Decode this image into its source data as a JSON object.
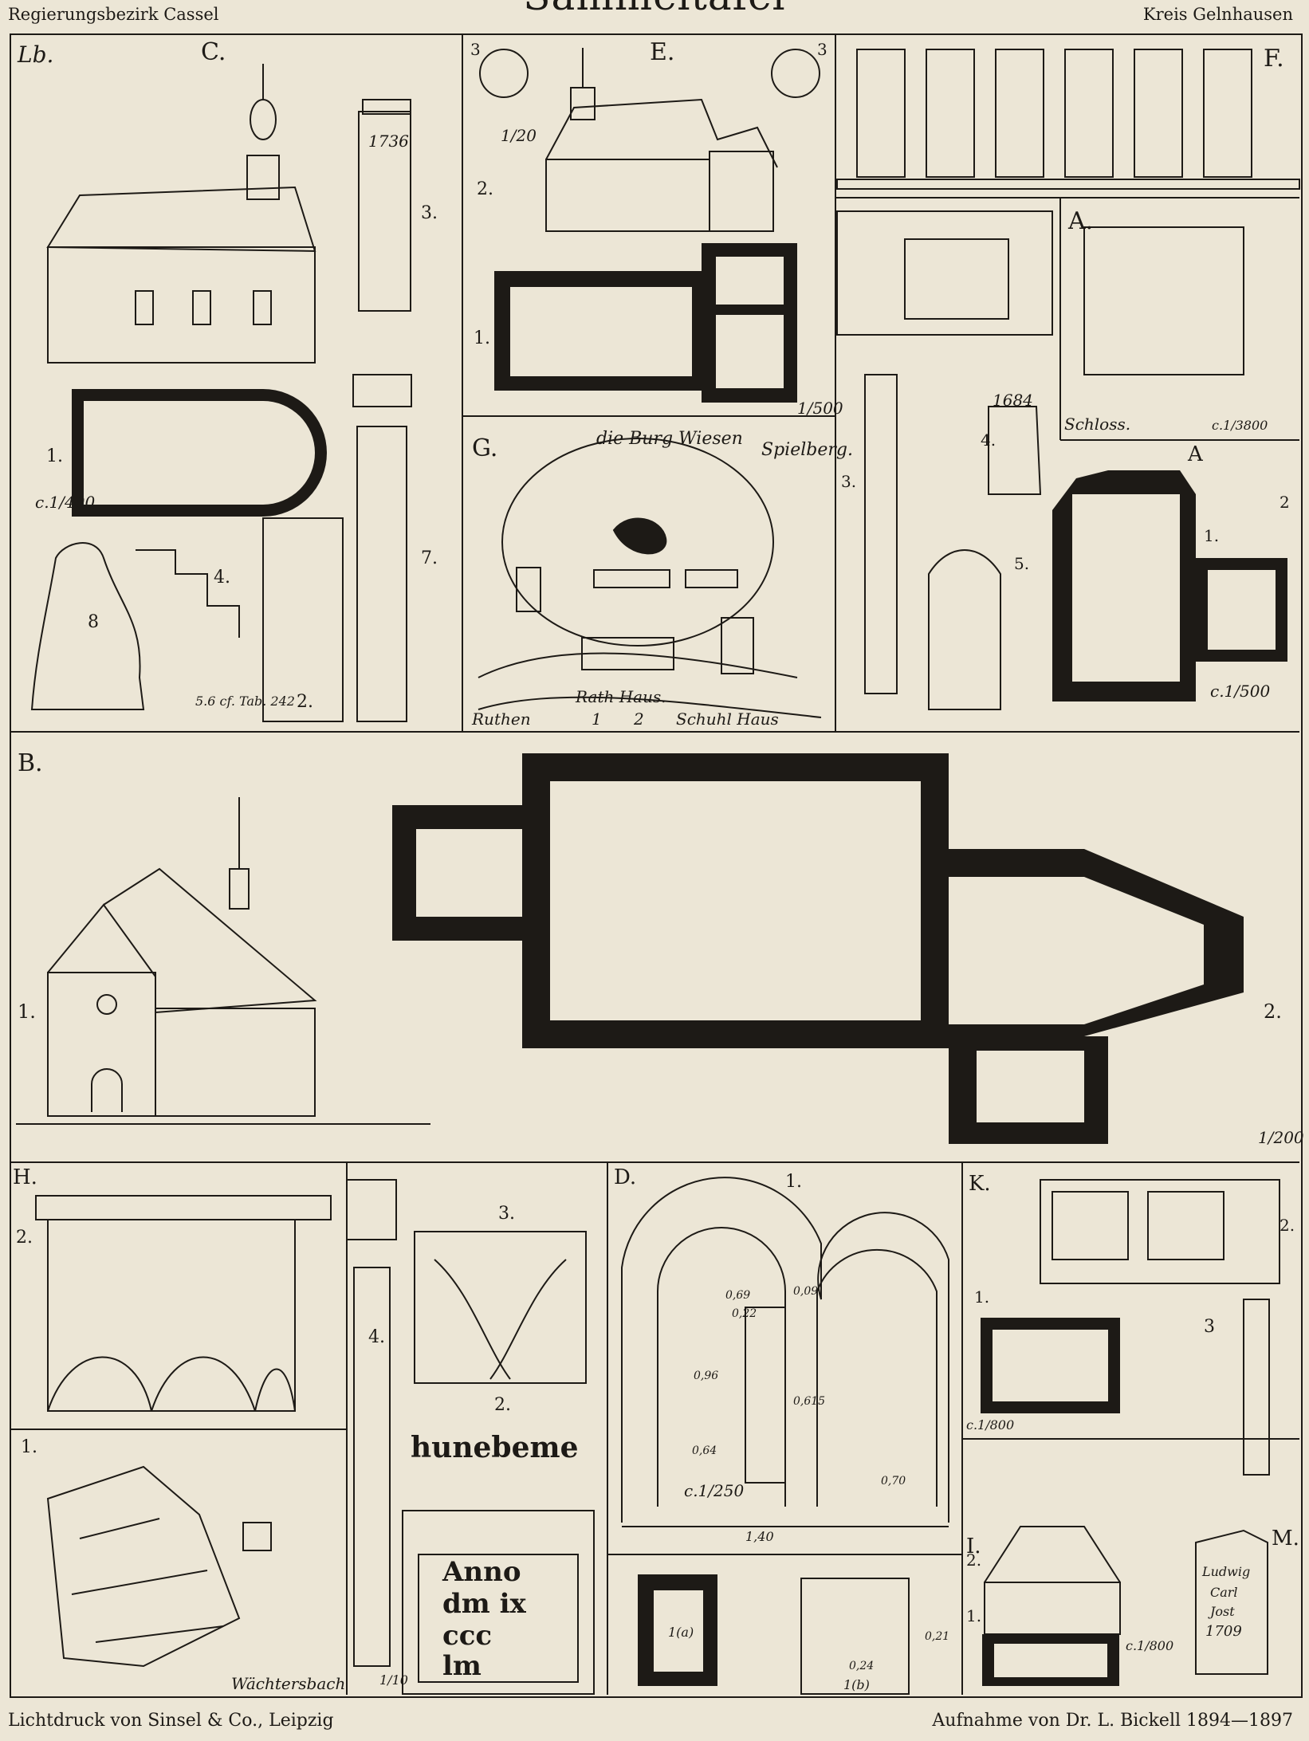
{
  "header": {
    "left": "Regierungsbezirk Cassel",
    "title": "Sammeltafel",
    "right": "Kreis Gelnhausen"
  },
  "panels": {
    "C": {
      "letter": "C.",
      "mark": "Lb.",
      "nums": [
        "1.",
        "2.",
        "3.",
        "4.",
        "7.",
        "8"
      ],
      "scale": "c.1/400",
      "date": "1736",
      "ref": "5.6 cf. Tab. 242"
    },
    "E": {
      "letter": "E.",
      "nums": [
        "1.",
        "2.",
        "3",
        "3"
      ],
      "scale_small": "1/20",
      "scale": "1/500"
    },
    "F": {
      "letter": "F."
    },
    "G": {
      "letter": "G.",
      "burg": "die Burg Wiesen",
      "spielberg": "Spielberg.",
      "rathhaus": "Rath Haus.",
      "schulhaus": "Schuhl Haus",
      "ruthen": "Ruthen",
      "scale_nums": [
        "1",
        "2"
      ]
    },
    "A": {
      "letter": "A.",
      "letter2": "A",
      "schloss": "Schloss.",
      "scale_map": "c.1/3800",
      "scale": "c.1/500",
      "date": "1684",
      "nums": [
        "1.",
        "2",
        "3.",
        "4.",
        "5."
      ]
    },
    "B": {
      "letter": "B.",
      "nums": [
        "1.",
        "2."
      ],
      "scale": "1/200"
    },
    "H": {
      "letter": "H.",
      "nums": [
        "2.",
        "1."
      ],
      "town": "Wächtersbach"
    },
    "MID": {
      "nums": [
        "3.",
        "4.",
        "2."
      ],
      "scale": "1/10",
      "insc_top": "hunebeme",
      "insc_lines": [
        "Anno",
        "dm ix",
        "ccc",
        "lm"
      ]
    },
    "D": {
      "letter": "D.",
      "nums": [
        "1."
      ],
      "scale": "c.1/250",
      "dims": [
        "0,69",
        "0,22",
        "0,09",
        "0,96",
        "0,64",
        "0,615",
        "0,70",
        "1,40",
        "0,21",
        "0,24"
      ],
      "sub": [
        "1(a)",
        "1(b)"
      ]
    },
    "K": {
      "letter": "K.",
      "nums": [
        "1.",
        "2.",
        "3"
      ],
      "scale": "c.1/800"
    },
    "I": {
      "letter": "I.",
      "nums": [
        "1.",
        "2."
      ],
      "scale": "c.1/800"
    },
    "M": {
      "letter": "M.",
      "insc": [
        "Ludwig",
        "Carl",
        "Jost",
        "1709"
      ]
    }
  },
  "footer": {
    "left": "Lichtdruck von Sinsel & Co., Leipzig",
    "right": "Aufnahme von Dr. L. Bickell 1894—1897"
  }
}
